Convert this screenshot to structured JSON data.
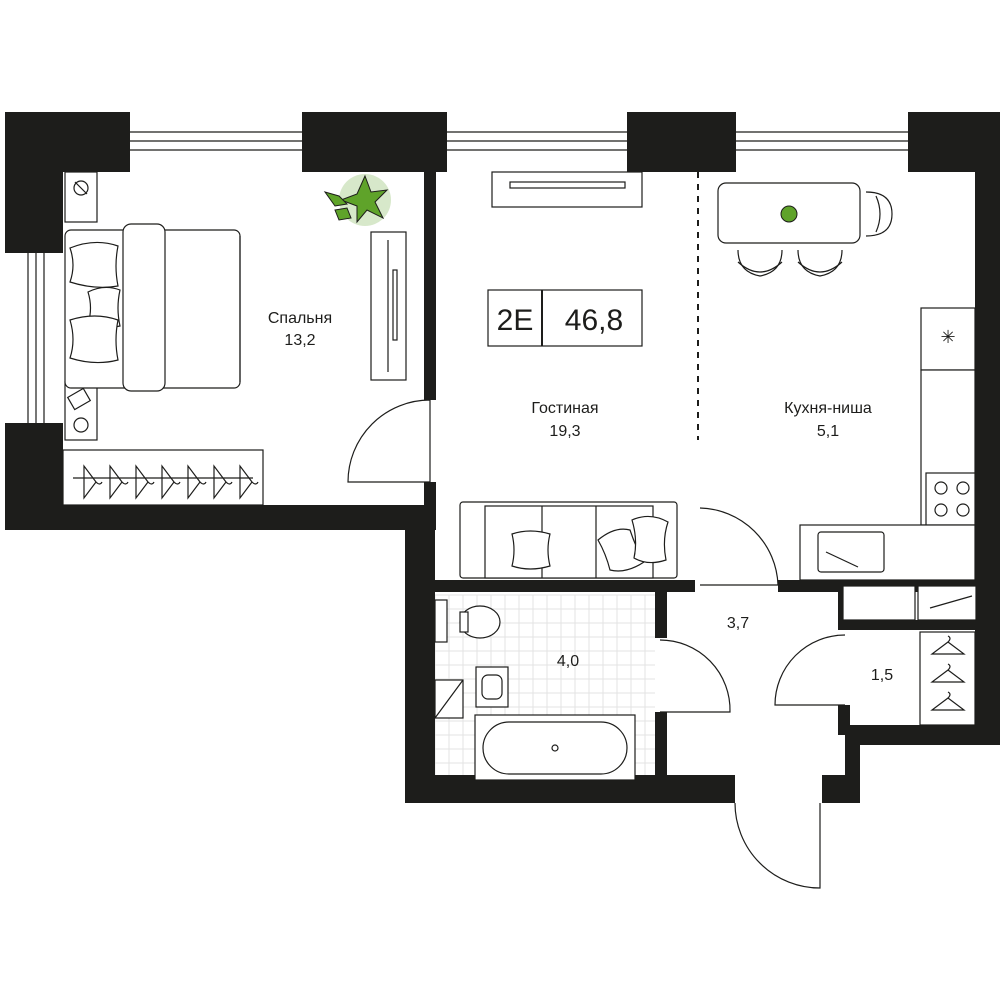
{
  "badge": {
    "type": "2E",
    "area": "46,8"
  },
  "rooms": {
    "bedroom": {
      "name": "Спальня",
      "area": "13,2"
    },
    "living": {
      "name": "Гостиная",
      "area": "19,3"
    },
    "kitchen": {
      "name": "Кухня-ниша",
      "area": "5,1"
    },
    "bathroom": {
      "area": "4,0"
    },
    "hall": {
      "area": "3,7"
    },
    "closet": {
      "area": "1,5"
    }
  },
  "colors": {
    "wall": "#1d1d1b",
    "plant": "#5fa32a",
    "background": "#ffffff"
  }
}
